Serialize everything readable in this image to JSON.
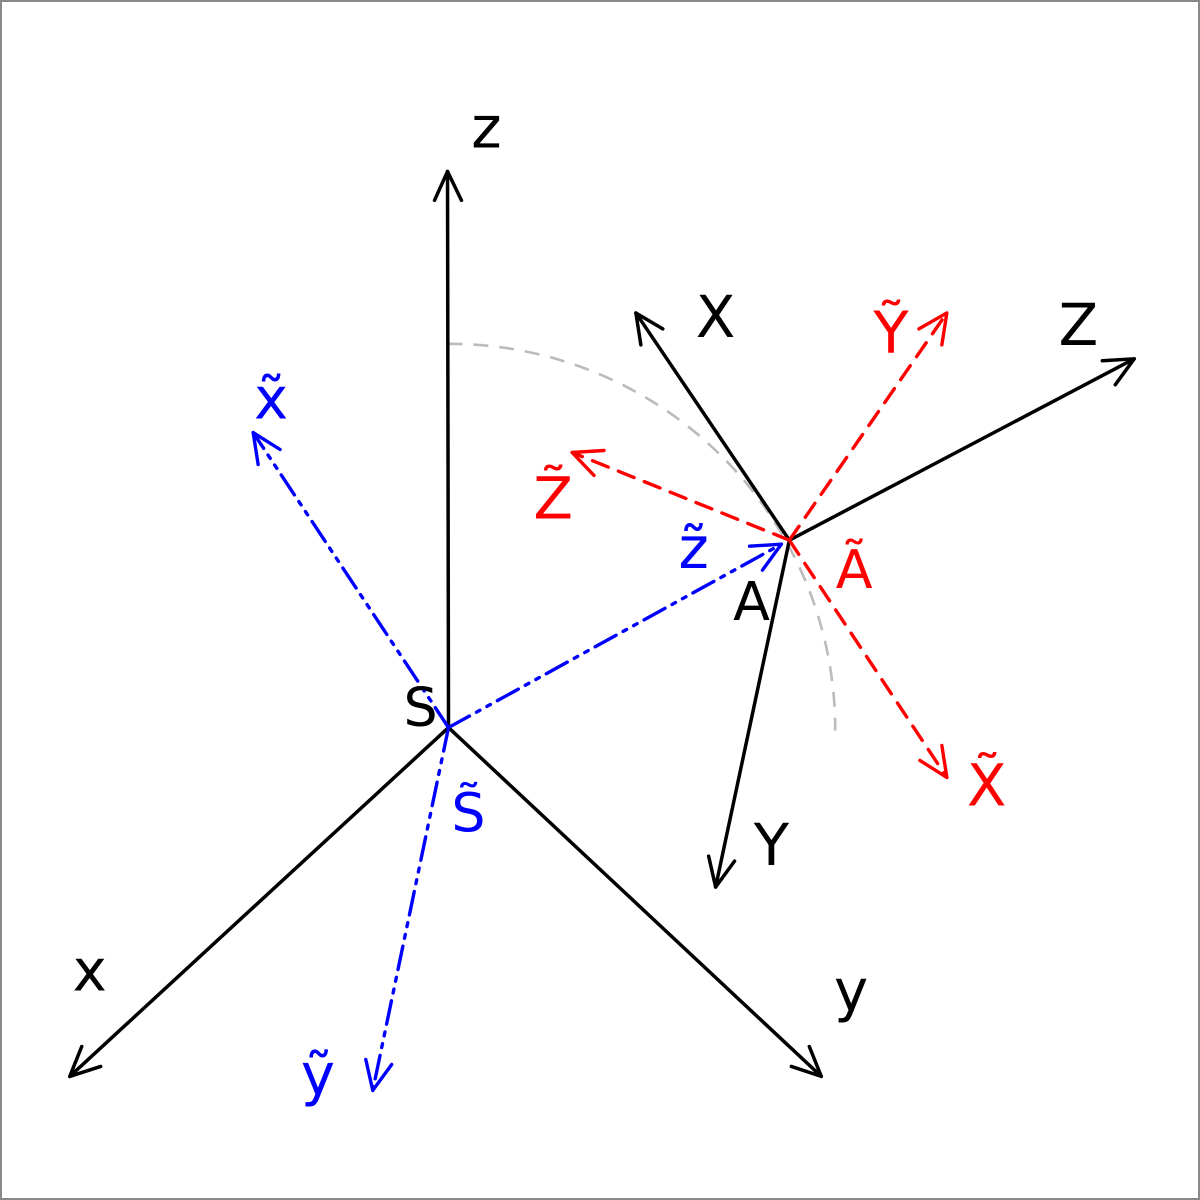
{
  "fig": {
    "background": "#ffffff",
    "border_color": "#8a8a8a",
    "colors": {
      "black": "#000000",
      "blue": "#0000ff",
      "red": "#ff0000",
      "gray_arc": "#bbbbbb"
    },
    "labels": {
      "x": "x",
      "y": "y",
      "z": "z",
      "S": "S",
      "X": "X",
      "Y": "Y",
      "Z": "Z",
      "A": "A",
      "x_tilde": "x̃",
      "y_tilde": "ỹ",
      "z_tilde": "z̃",
      "S_tilde": "S̃",
      "X_tilde": "X̃",
      "Y_tilde": "Ỹ",
      "Z_tilde": "Z̃",
      "A_tilde": "Ã"
    },
    "frames": [
      {
        "origin": "S",
        "axes": [
          "x",
          "y",
          "z"
        ],
        "style": "solid",
        "color": "#000000"
      },
      {
        "origin": "S̃",
        "axes": [
          "x̃",
          "ỹ",
          "z̃"
        ],
        "style": "dash-dot-dot",
        "color": "#0000ff"
      },
      {
        "origin": "A",
        "axes": [
          "X",
          "Y",
          "Z"
        ],
        "style": "solid",
        "color": "#000000"
      },
      {
        "origin": "Ã",
        "axes": [
          "X̃",
          "Ỹ",
          "Z̃"
        ],
        "style": "dashed",
        "color": "#ff0000"
      }
    ],
    "rotation_arc": {
      "style": "dashed",
      "color": "#bbbbbb",
      "from": "z-axis",
      "to": "horizontal right of S"
    }
  }
}
